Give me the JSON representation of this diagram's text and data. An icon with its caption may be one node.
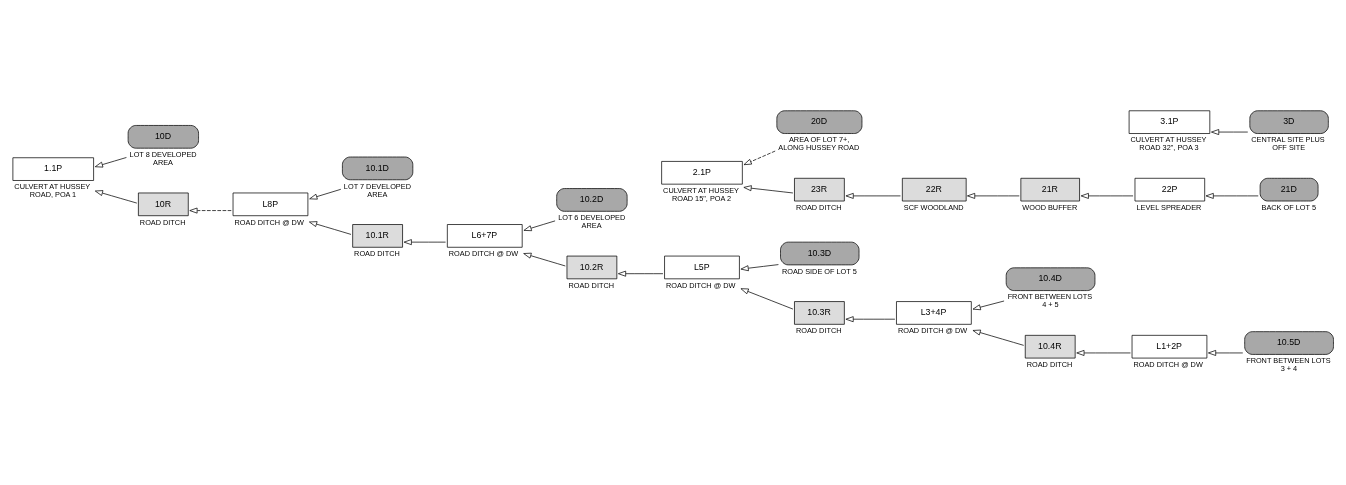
{
  "diagram": {
    "nodes": [
      {
        "text": [
          "10D"
        ],
        "beside": [
          "LOT 8 DEVELOPED AREA"
        ]
      },
      {
        "text": [
          "1.1P"
        ],
        "beside": [
          "CULVERT AT HUSSEY ROAD, POA 1"
        ]
      },
      {
        "text": [
          "10.1D"
        ],
        "beside": [
          "LOT 7 DEVELOPED AREA"
        ]
      },
      {
        "text": [
          "10.2D"
        ],
        "beside": [
          "LOT 6 DEVELOPED AREA"
        ]
      },
      {
        "text": [
          "10.3D"
        ],
        "beside": [
          "ROAD SIDE OF LOT 5"
        ]
      },
      {
        "text": [
          "10.4D"
        ],
        "beside": [
          "FRONT BETWEEN LOTS 4 + 5"
        ]
      },
      {
        "text": [
          "10.5D"
        ],
        "beside": [
          "FRONT BETWEEN LOTS 3 + 4"
        ]
      },
      {
        "text": [
          "10R"
        ],
        "beside": [
          "ROAD DITCH"
        ]
      },
      {
        "text": [
          "10.1R"
        ],
        "beside": [
          "ROAD DITCH"
        ]
      },
      {
        "text": [
          "10.2R"
        ],
        "beside": [
          "ROAD DITCH"
        ]
      },
      {
        "text": [
          "10.3R"
        ],
        "beside": [
          "ROAD DITCH"
        ]
      },
      {
        "text": [
          "10.4R"
        ],
        "beside": [
          "ROAD DITCH"
        ]
      },
      {
        "text": [
          "L8P"
        ],
        "beside": [
          "ROAD DITCH @ DW"
        ]
      },
      {
        "text": [
          "L6+7P"
        ],
        "beside": [
          "ROAD DITCH @ DW"
        ]
      },
      {
        "text": [
          "L5P"
        ],
        "beside": [
          "ROAD DITCH @ DW"
        ]
      },
      {
        "text": [
          "L3+4P"
        ],
        "beside": [
          "ROAD DITCH @ DW"
        ]
      },
      {
        "text": [
          "L1+2P"
        ],
        "beside": [
          "ROAD DITCH @ DW"
        ]
      },
      {
        "text": [
          "20D"
        ],
        "beside": [
          "AREA OF LOT 7+, ALONG HUSSEY ROAD"
        ]
      },
      {
        "text": [
          "2.1P"
        ],
        "beside": [
          "CULVERT AT HUSSEY ROAD 15\", POA 2"
        ]
      },
      {
        "text": [
          "23R"
        ],
        "beside": [
          "ROAD DITCH"
        ]
      },
      {
        "text": [
          "22R"
        ],
        "beside": [
          "SCF WOODLAND"
        ]
      },
      {
        "text": [
          "21R"
        ],
        "beside": [
          "WOOD BUFFER"
        ]
      },
      {
        "text": [
          "22P"
        ],
        "beside": [
          "LEVEL SPREADER"
        ]
      },
      {
        "text": [
          "21D"
        ],
        "beside": [
          "BACK OF LOT 5"
        ]
      },
      {
        "text": [
          "3D"
        ],
        "beside": [
          "CENTRAL SITE PLUS OFF SITE"
        ]
      },
      {
        "text": [
          "3.1P"
        ],
        "beside": [
          "CULVERT AT HUSSEY ROAD 32\", POA 3"
        ]
      }
    ],
    "edges": [
      {
        "from": 0,
        "to": 1,
        "arrow": "to"
      },
      {
        "from": 2,
        "to": 12,
        "arrow": "to"
      },
      {
        "from": 12,
        "to": 7,
        "arrow": "to",
        "style": "dashed"
      },
      {
        "from": 7,
        "to": 1,
        "arrow": "to"
      },
      {
        "from": 8,
        "to": 12,
        "arrow": "to"
      },
      {
        "from": 13,
        "to": 8,
        "arrow": "to"
      },
      {
        "from": 3,
        "to": 13,
        "arrow": "to"
      },
      {
        "from": 9,
        "to": 13,
        "arrow": "to"
      },
      {
        "from": 14,
        "to": 9,
        "arrow": "to"
      },
      {
        "from": 4,
        "to": 14,
        "arrow": "to"
      },
      {
        "from": 10,
        "to": 14,
        "arrow": "to"
      },
      {
        "from": 15,
        "to": 10,
        "arrow": "to"
      },
      {
        "from": 5,
        "to": 15,
        "arrow": "to"
      },
      {
        "from": 11,
        "to": 15,
        "arrow": "to"
      },
      {
        "from": 16,
        "to": 11,
        "arrow": "to"
      },
      {
        "from": 6,
        "to": 16,
        "arrow": "to"
      },
      {
        "from": 17,
        "to": 18,
        "arrow": "to",
        "style": "dashed"
      },
      {
        "from": 19,
        "to": 18,
        "arrow": "to"
      },
      {
        "from": 20,
        "to": 19,
        "arrow": "to"
      },
      {
        "from": 21,
        "to": 20,
        "arrow": "to"
      },
      {
        "from": 22,
        "to": 21,
        "arrow": "to"
      },
      {
        "from": 23,
        "to": 22,
        "arrow": "to"
      },
      {
        "from": 24,
        "to": 25,
        "arrow": "to"
      }
    ]
  }
}
